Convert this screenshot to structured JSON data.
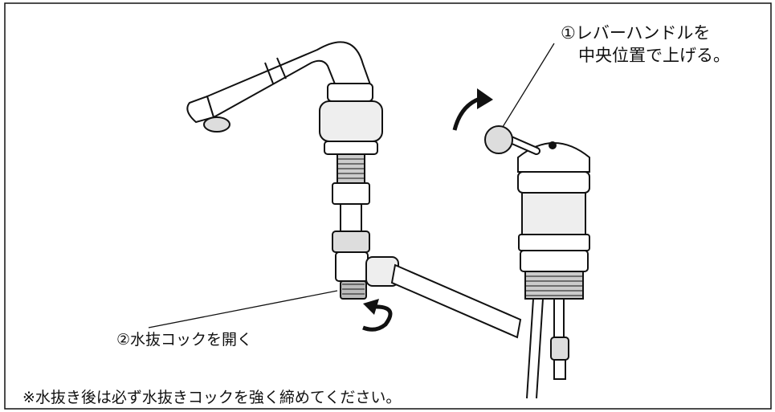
{
  "step1": {
    "line1": "①レバーハンドルを",
    "line2": "中央位置で上げる。"
  },
  "step2": {
    "text": "②水抜コックを開く"
  },
  "note": {
    "text": "※水抜き後は必ず水抜きコックを強く締めてください。"
  },
  "colors": {
    "ink": "#111111",
    "background": "#ffffff"
  }
}
